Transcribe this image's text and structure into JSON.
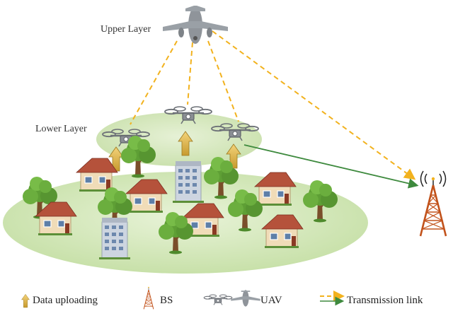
{
  "labels": {
    "upper_layer": "Upper Layer",
    "lower_layer": "Lower Layer"
  },
  "legend": {
    "data_uploading": "Data uploading",
    "bs": "BS",
    "uav": "UAV",
    "transmission_link": "Transmission link"
  },
  "icons": {
    "uploading": "up-arrow-icon",
    "base_station": "tower-icon",
    "drone": "drone-icon",
    "aircraft": "plane-icon",
    "link": "dashed-arrow-icon"
  },
  "colors": {
    "link_dashed": "#F2B21E",
    "link_solid": "#3E8A3E",
    "upload_arrow": "#E0B140",
    "ground_ellipse": "#CFE6B3",
    "lower_ellipse": "#D6E9BF",
    "tower": "#C2521B",
    "drone": "#7C7F85"
  }
}
